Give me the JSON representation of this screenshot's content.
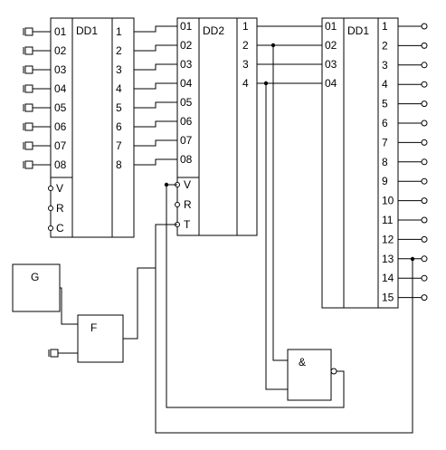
{
  "chips": {
    "dd1_left": {
      "name": "DD1",
      "inputs": [
        "01",
        "02",
        "03",
        "04",
        "05",
        "06",
        "07",
        "08"
      ],
      "outputs": [
        "1",
        "2",
        "3",
        "4",
        "5",
        "6",
        "7",
        "8"
      ],
      "controls": [
        "V",
        "R",
        "C"
      ]
    },
    "dd2": {
      "name": "DD2",
      "inputs": [
        "01",
        "02",
        "03",
        "04",
        "05",
        "06",
        "07",
        "08"
      ],
      "outputs": [
        "1",
        "2",
        "3",
        "4"
      ],
      "controls": [
        "V",
        "R",
        "T"
      ]
    },
    "dd1_right": {
      "name": "DD1",
      "inputs": [
        "01",
        "02",
        "03",
        "04"
      ],
      "outputs": [
        "1",
        "2",
        "3",
        "4",
        "5",
        "6",
        "7",
        "8",
        "9",
        "10",
        "11",
        "12",
        "13",
        "14",
        "15"
      ]
    }
  },
  "blocks": {
    "generator": "G",
    "filter": "F",
    "and_gate": "&"
  }
}
